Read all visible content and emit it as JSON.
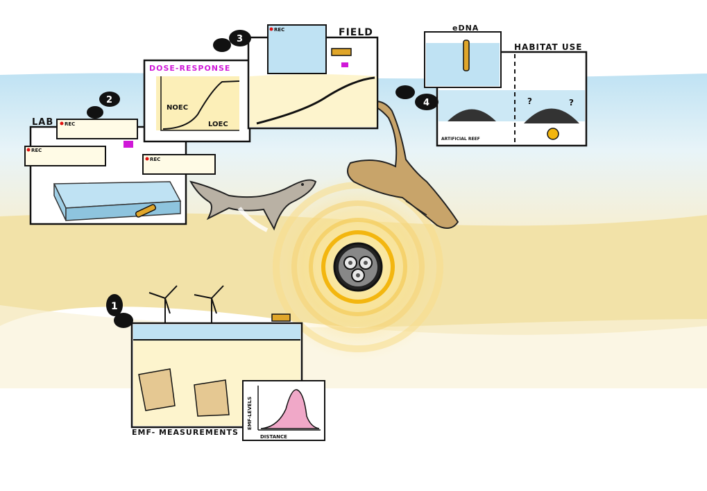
{
  "steps": {
    "one": "1",
    "two": "2",
    "three": "3",
    "four": "4"
  },
  "panels": {
    "lab": {
      "title": "LAB",
      "rec": "REC"
    },
    "dose": {
      "title": "DOSE-RESPONSE",
      "noec": "NOEC",
      "loec": "LOEC"
    },
    "field": {
      "title": "FIELD",
      "rec": "REC"
    },
    "edna": {
      "title": "eDNA"
    },
    "habitat": {
      "title": "HABITAT USE",
      "reef": "ARTIFICIAL REEF",
      "question": "?"
    },
    "emf": {
      "title": "EMF- MEASUREMENTS",
      "ylabel": "EMF-LEVELS",
      "xlabel": "DISTANCE"
    }
  },
  "colors": {
    "sea": "#cfe8f4",
    "sand": "#f2e2a8",
    "cable_ring": "#f3b60f",
    "stingray": "#c8a46a",
    "shark": "#b9b1a4",
    "magenta": "#d018d8",
    "curve_fill": "#f0a8c8"
  },
  "icons": [
    "footprint-icon",
    "camera-icon",
    "hydrophone-icon",
    "wind-turbine-icon",
    "boat-icon",
    "cable-cross-section-icon"
  ]
}
